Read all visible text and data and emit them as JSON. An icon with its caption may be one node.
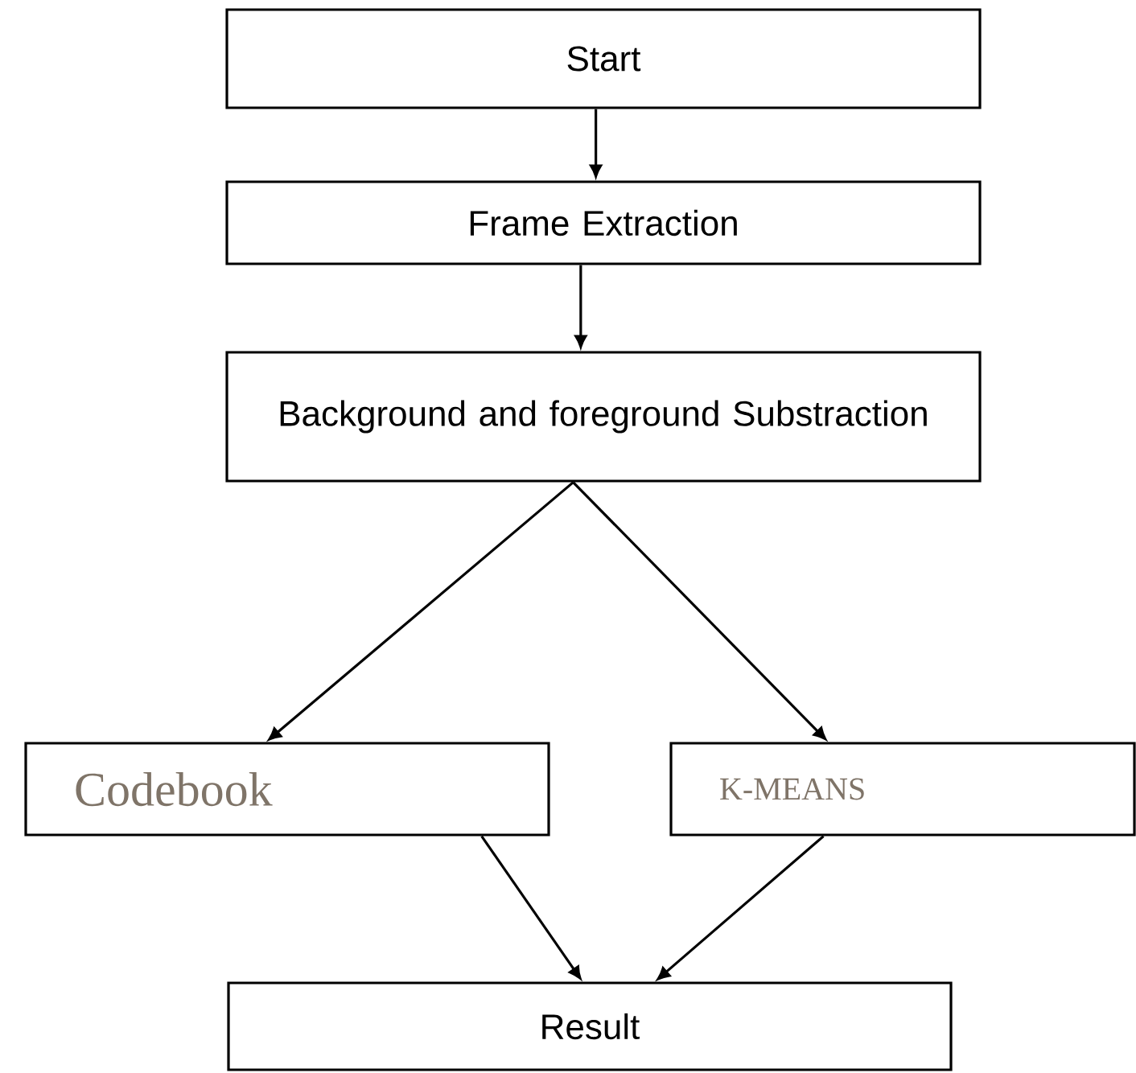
{
  "diagram": {
    "nodes": [
      {
        "text": [
          "Start"
        ]
      },
      {
        "text": [
          "Frame Extraction"
        ]
      },
      {
        "text": [
          "Background and foreground Substraction"
        ]
      },
      {
        "text": [
          "Codebook"
        ]
      },
      {
        "text": [
          "K-MEANS"
        ]
      },
      {
        "text": [
          "Result"
        ]
      }
    ],
    "edges": [
      {
        "from": 0,
        "to": 1,
        "arrow": "to"
      },
      {
        "from": 1,
        "to": 2,
        "arrow": "to"
      },
      {
        "from": 2,
        "to": 3,
        "arrow": "to"
      },
      {
        "from": 2,
        "to": 4,
        "arrow": "to"
      },
      {
        "from": 3,
        "to": 5,
        "arrow": "to"
      },
      {
        "from": 4,
        "to": 5,
        "arrow": "to"
      }
    ]
  }
}
